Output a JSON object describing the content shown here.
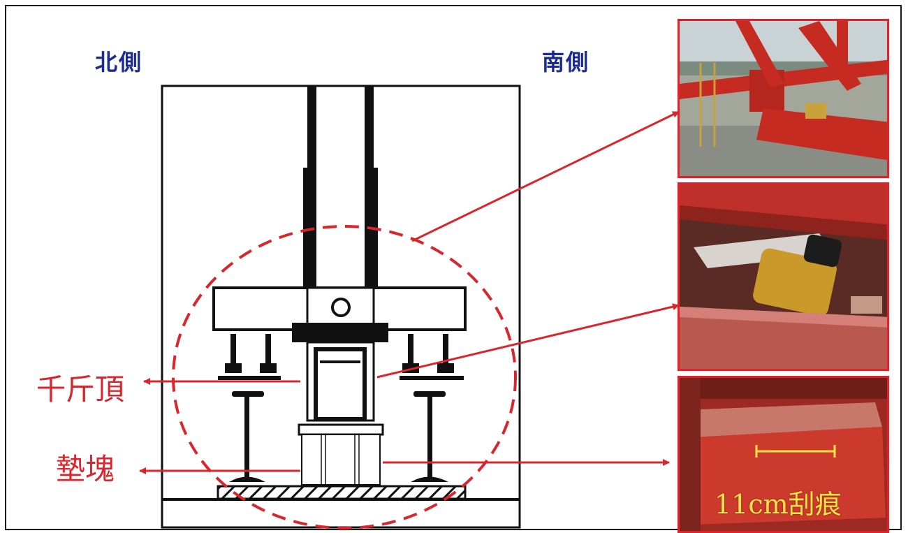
{
  "labels": {
    "north": "北側",
    "south": "南側",
    "jack": "千斤頂",
    "shim": "墊塊",
    "scratch": "11cm刮痕"
  },
  "colors": {
    "accent_red": "#d8262c",
    "title_blue": "#1c2b8f",
    "caption_yellow": "#ffe347",
    "line_black": "#111111"
  },
  "photos": [
    {
      "name": "steel-frame-photo"
    },
    {
      "name": "yellow-jack-photo"
    },
    {
      "name": "scratched-shim-photo"
    }
  ]
}
